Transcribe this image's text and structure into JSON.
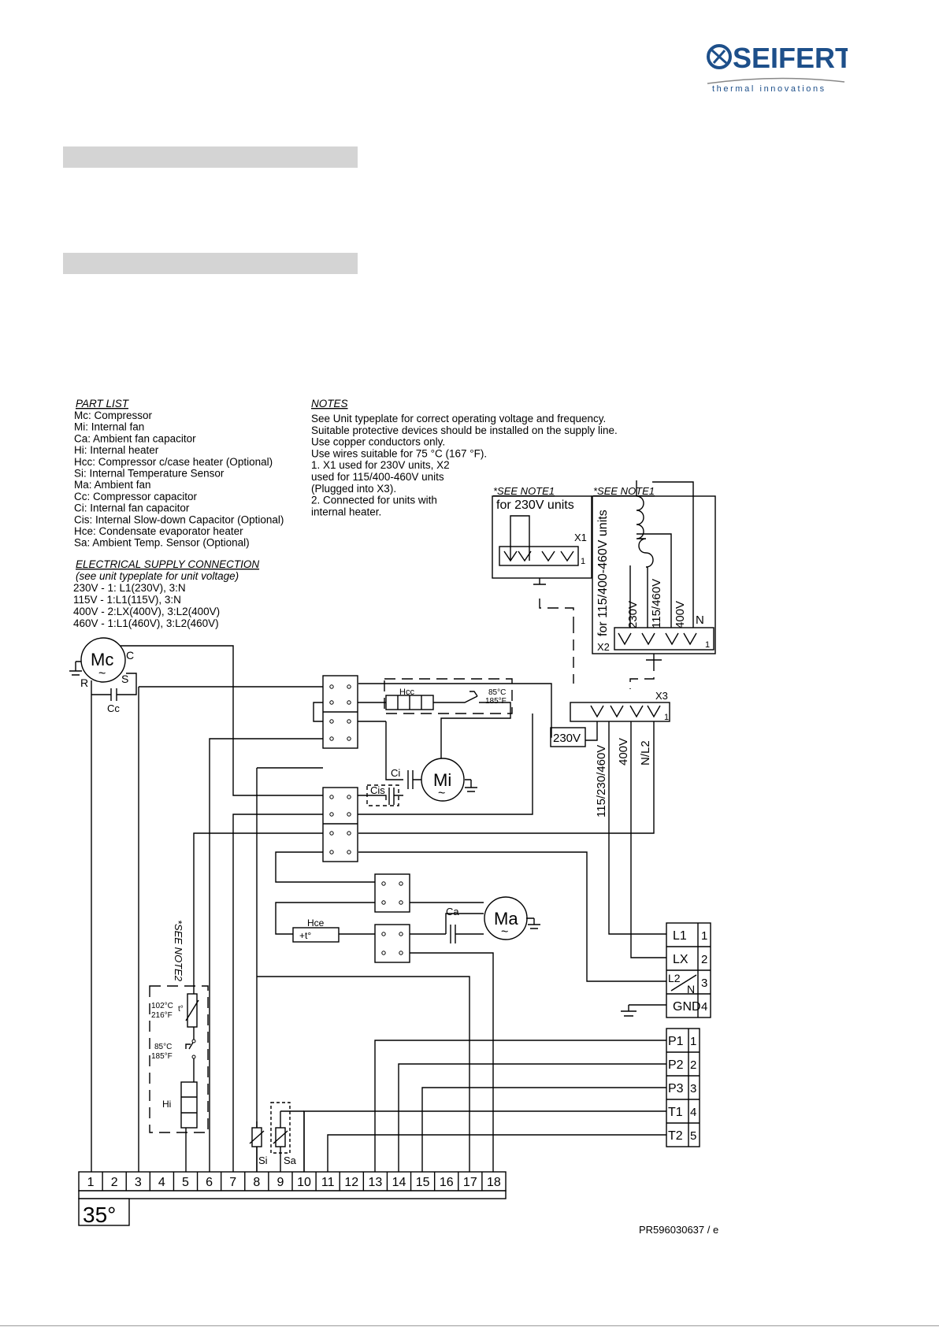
{
  "brand": {
    "name": "SEIFERT",
    "tagline": "thermal innovations",
    "color": "#1d4f8a",
    "icon": "seifert-logo-icon"
  },
  "part_list": {
    "heading": "PART LIST",
    "items": [
      "Mc: Compressor",
      "Mi: Internal fan",
      "Ca: Ambient fan capacitor",
      "Hi: Internal heater",
      "Hcc: Compressor c/case heater (Optional)",
      "Si: Internal Temperature Sensor",
      "Ma: Ambient fan",
      "Cc: Compressor capacitor",
      "Ci: Internal fan capacitor",
      "Cis: Internal Slow-down Capacitor (Optional)",
      "Hce: Condensate evaporator heater",
      "Sa: Ambient Temp. Sensor (Optional)"
    ]
  },
  "supply": {
    "heading": "ELECTRICAL SUPPLY CONNECTION",
    "subheading": "(see unit typeplate for unit voltage)",
    "lines": [
      "230V - 1: L1(230V), 3:N",
      "115V - 1:L1(115V), 3:N",
      "400V - 2:LX(400V), 3:L2(400V)",
      "460V - 1:L1(460V), 3:L2(460V)"
    ]
  },
  "notes": {
    "heading": "NOTES",
    "lines": [
      "See Unit typeplate for correct operating voltage and frequency.",
      "Suitable protective devices should be installed on the supply line.",
      "Use copper conductors only.",
      "Use wires suitable for 75 °C (167 °F).",
      "1. X1 used for 230V units, X2",
      " used for 115/400-460V units",
      "(Plugged into X3).",
      "2. Connected for units with",
      "internal heater."
    ]
  },
  "diagram": {
    "see_note1_a": "*SEE NOTE1",
    "see_note1_b": "*SEE NOTE1",
    "see_note2": "*SEE NOTE2",
    "for_230v": "for 230V units",
    "for_115_400_460": "for 115/400-460V units",
    "x1": "X1",
    "x1_pin": "1",
    "x2": "X2",
    "x2_pin": "1",
    "x3": "X3",
    "x3_pin": "1",
    "x2_labels": [
      "230V",
      "115/460V",
      "400V",
      "N"
    ],
    "x3_labels": [
      "115/230/460V",
      "400V",
      "N/L2"
    ],
    "label_230v": "230V",
    "mc": "Mc",
    "mc_c": "C",
    "mc_r": "R",
    "mc_s": "S",
    "cc": "Cc",
    "mi": "Mi",
    "ci": "Ci",
    "cis": "Cis",
    "ma": "Ma",
    "ca": "Ca",
    "hcc": "Hcc",
    "hcc_temp_c": "85°C",
    "hcc_temp_f": "185°F",
    "hce": "Hce",
    "hce_sym": "+t°",
    "hi": "Hi",
    "hi_t1_c": "102°C",
    "hi_t1_f": "216°F",
    "hi_t_sym": "t°",
    "hi_t2_c": "85°C",
    "hi_t2_f": "185°F",
    "si": "Si",
    "sa": "Sa",
    "tilde": "~",
    "supply_terminals": [
      {
        "label": "L1",
        "num": "1"
      },
      {
        "label": "LX",
        "num": "2"
      },
      {
        "label": "L2",
        "sub": "N",
        "num": "3"
      },
      {
        "label": "GND",
        "num": "4"
      }
    ],
    "signal_terminals": [
      {
        "label": "P1",
        "num": "1"
      },
      {
        "label": "P2",
        "num": "2"
      },
      {
        "label": "P3",
        "num": "3"
      },
      {
        "label": "T1",
        "num": "4"
      },
      {
        "label": "T2",
        "num": "5"
      }
    ],
    "terminal_strip": [
      "1",
      "2",
      "3",
      "4",
      "5",
      "6",
      "7",
      "8",
      "9",
      "10",
      "11",
      "12",
      "13",
      "14",
      "15",
      "16",
      "17",
      "18"
    ],
    "strip_temp": "35°",
    "doc_number": "PR596030637 / e"
  }
}
